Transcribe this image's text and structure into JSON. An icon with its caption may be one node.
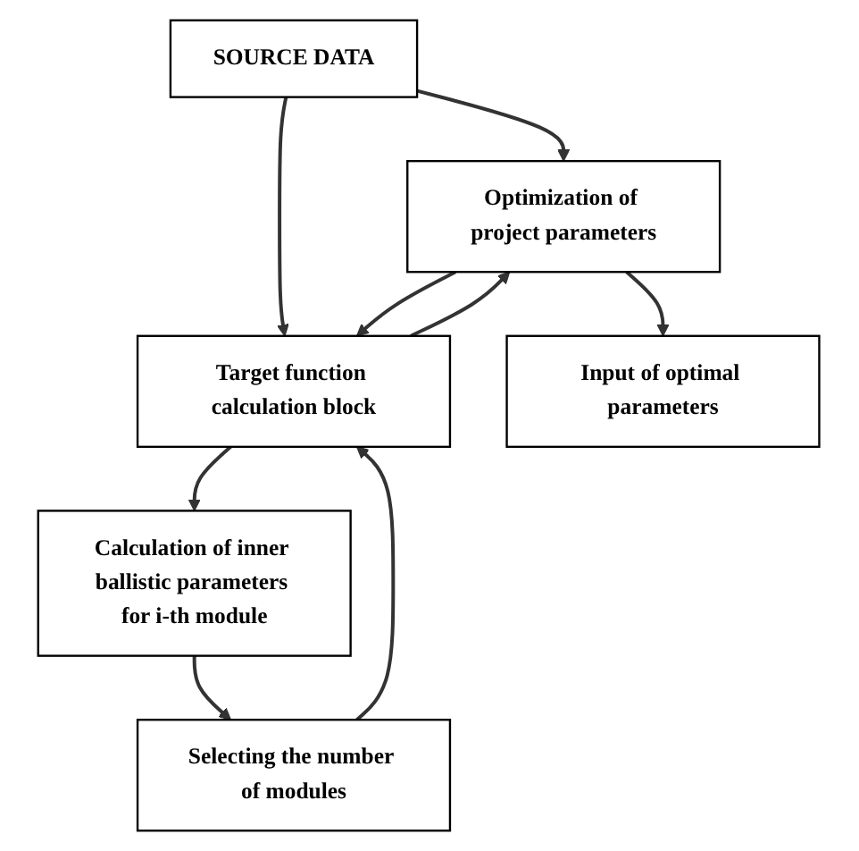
{
  "diagram": {
    "nodes": [
      {
        "text": [
          "SOURCE DATA"
        ]
      },
      {
        "text": [
          "Optimization of project parameters"
        ]
      },
      {
        "text": [
          "Target function calculation block"
        ]
      },
      {
        "text": [
          "Input of optimal parameters"
        ]
      },
      {
        "text": [
          "Selecting the number of modules"
        ]
      },
      {
        "text": [
          "Calculation of inner ballistic parameters for i-th module"
        ]
      }
    ],
    "edges": [
      {
        "from": 0,
        "to": 1,
        "arrow": "to"
      },
      {
        "from": 0,
        "to": 2,
        "arrow": "to"
      },
      {
        "from": 1,
        "to": 2,
        "arrow": "to"
      },
      {
        "from": 2,
        "to": 1,
        "arrow": "to"
      },
      {
        "from": 1,
        "to": 3,
        "arrow": "to"
      },
      {
        "from": 2,
        "to": 5,
        "arrow": "to"
      },
      {
        "from": 5,
        "to": 4,
        "arrow": "to"
      },
      {
        "from": 4,
        "to": 2,
        "arrow": "to"
      }
    ]
  }
}
